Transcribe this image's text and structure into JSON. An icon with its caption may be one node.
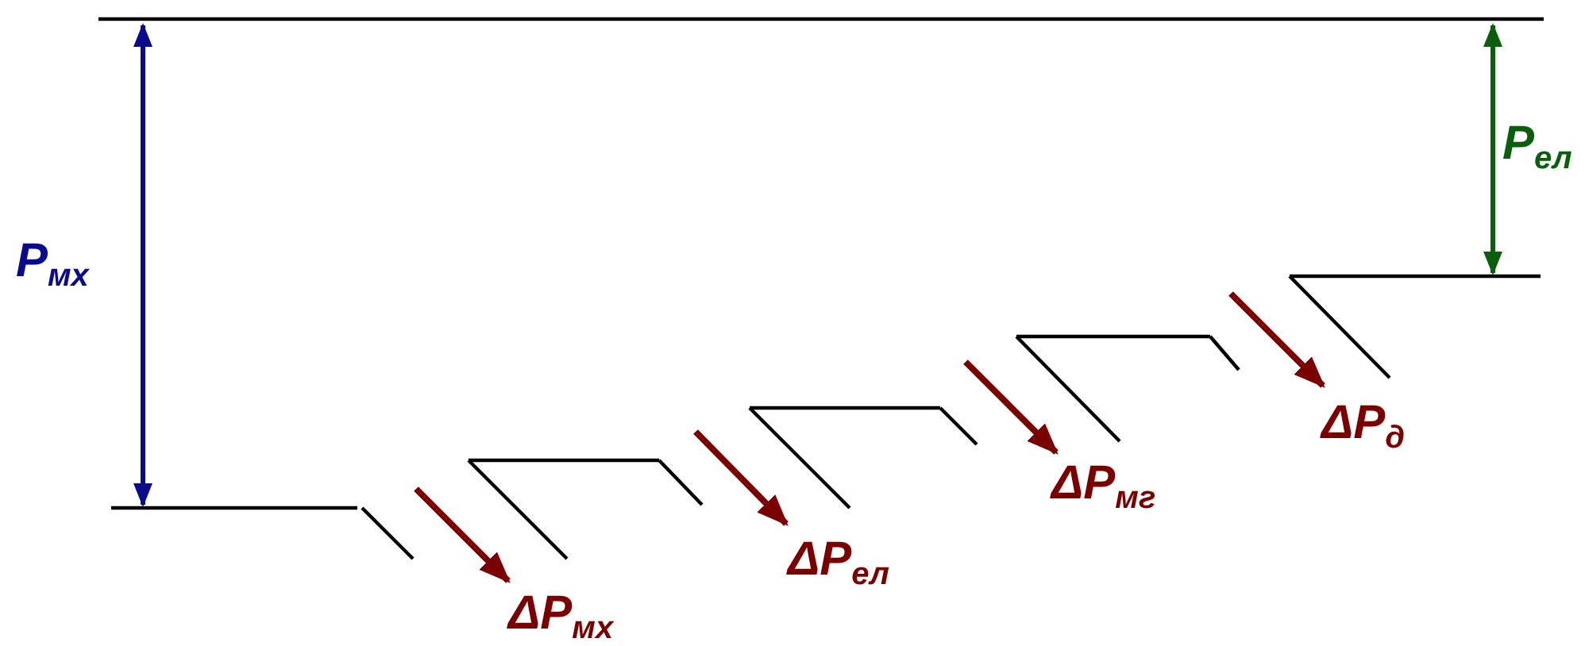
{
  "diagram": {
    "labels": [
      "P$_{мх}$",
      "P$_{ел}$",
      "ΔP$_{мх}$",
      "ΔP$_{ел}$",
      "ΔP$_{мг}$",
      "ΔP$_{д}$"
    ]
  }
}
